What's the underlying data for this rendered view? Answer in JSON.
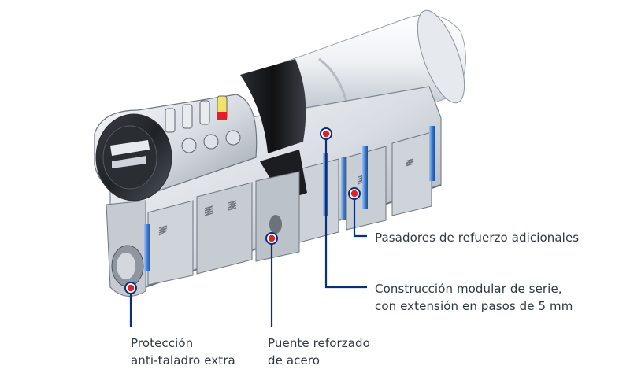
{
  "colors": {
    "leader": "#0b2f7a",
    "marker": "#e3202a",
    "body_light": "#f1f3f6",
    "body_mid": "#b8bec7",
    "body_dark": "#4a4f57",
    "pin_blue": "#3f7fd6",
    "text": "#2f3a44"
  },
  "annotations": [
    {
      "id": "pins",
      "lines": [
        "Pasadores de refuerzo adicionales"
      ]
    },
    {
      "id": "modular",
      "lines": [
        "Construcción modular de serie,",
        "con extensión en pasos de 5 mm"
      ]
    },
    {
      "id": "drill",
      "lines": [
        "Protección",
        "anti-taladro extra"
      ]
    },
    {
      "id": "bridge",
      "lines": [
        "Puente reforzado",
        "de acero"
      ]
    }
  ],
  "icons": [
    "lock-cylinder-illustration",
    "marker-dot-icon",
    "key-slot-icon"
  ]
}
